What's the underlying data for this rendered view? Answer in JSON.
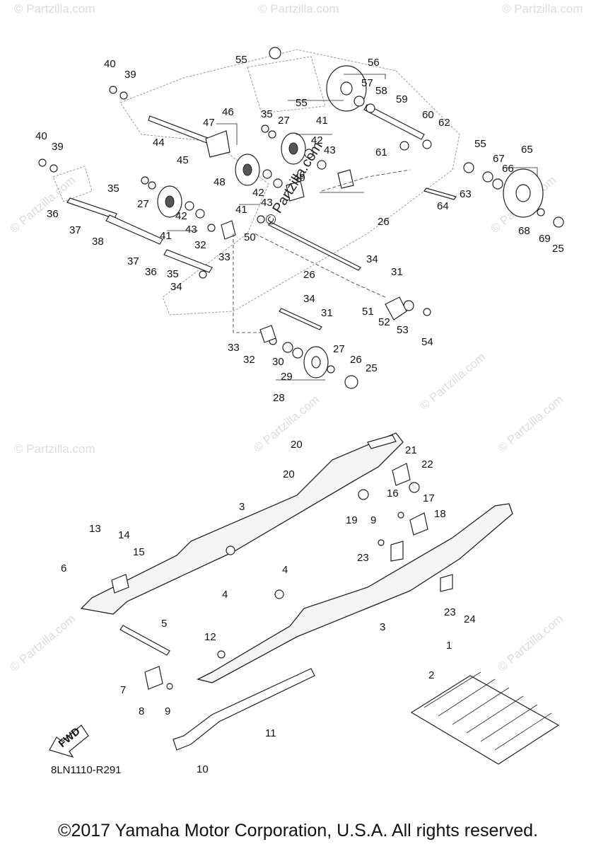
{
  "diagram": {
    "part_labels": [
      "1",
      "2",
      "3",
      "4",
      "5",
      "6",
      "7",
      "8",
      "9",
      "10",
      "11",
      "12",
      "13",
      "14",
      "15",
      "16",
      "17",
      "18",
      "19",
      "20",
      "21",
      "22",
      "23",
      "24",
      "25",
      "26",
      "27",
      "28",
      "29",
      "30",
      "31",
      "32",
      "33",
      "34",
      "35",
      "36",
      "37",
      "38",
      "39",
      "40",
      "41",
      "42",
      "43",
      "44",
      "45",
      "46",
      "47",
      "48",
      "49",
      "50",
      "51",
      "52",
      "53",
      "54",
      "55",
      "56",
      "57",
      "58",
      "59",
      "60",
      "61",
      "62",
      "63",
      "64",
      "65",
      "66",
      "67",
      "68",
      "69"
    ],
    "drawing_code": "8LN1110-R291",
    "fwd_label": "FWD",
    "watermark": "© Partzilla.com",
    "center_watermark": "© Partzilla.com"
  },
  "footer": {
    "copyright": "©2017 Yamaha Motor Corporation, U.S.A. All rights reserved."
  }
}
